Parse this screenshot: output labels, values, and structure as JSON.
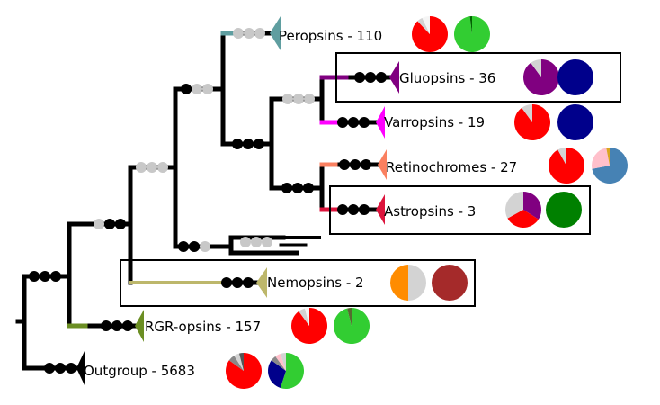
{
  "colors": {
    "black": "#000000",
    "grey": "#c8c8c8",
    "teal": "#5f9ea0",
    "purple": "#800080",
    "magenta": "#ff00ff",
    "salmon": "#fa8060",
    "crimson": "#dc143c",
    "khaki": "#bdb76b",
    "olive": "#6b8e23",
    "red": "#ff0000",
    "green": "#32cd32",
    "navy": "#00008b",
    "darkgreen": "#008000",
    "orange": "#ff8c00",
    "brown": "#a52a2a",
    "steelblue": "#4682b4",
    "pink": "#ffc0cb",
    "lightgrey": "#d3d3d3"
  },
  "clades": [
    {
      "key": "peropsins",
      "label": "Peropsins - 110",
      "color": "teal"
    },
    {
      "key": "gluopsins",
      "label": "Gluopsins - 36",
      "color": "purple",
      "boxed": true
    },
    {
      "key": "varropsins",
      "label": "Varropsins - 19",
      "color": "magenta"
    },
    {
      "key": "retinochromes",
      "label": "Retinochromes - 27",
      "color": "salmon"
    },
    {
      "key": "astropsins",
      "label": "Astropsins - 3",
      "color": "crimson",
      "boxed": true
    },
    {
      "key": "nemopsins",
      "label": "Nemopsins - 2",
      "color": "khaki",
      "boxed": true
    },
    {
      "key": "rgr_opsins",
      "label": "RGR-opsins - 157",
      "color": "olive"
    },
    {
      "key": "outgroup",
      "label": "Outgroup - 5683",
      "color": "black"
    }
  ],
  "pies": {
    "peropsins": [
      [
        [
          "red",
          0.88
        ],
        [
          "lightgrey",
          0.05
        ],
        [
          "#f5f5f5",
          0.07
        ]
      ],
      [
        [
          "green",
          0.98
        ],
        [
          "#006400",
          0.02
        ]
      ]
    ],
    "gluopsins": [
      [
        [
          "purple",
          0.9
        ],
        [
          "lightgrey",
          0.1
        ]
      ],
      [
        [
          "navy",
          1.0
        ]
      ]
    ],
    "varropsins": [
      [
        [
          "red",
          0.9
        ],
        [
          "lightgrey",
          0.1
        ]
      ],
      [
        [
          "navy",
          1.0
        ]
      ]
    ],
    "retinochromes": [
      [
        [
          "red",
          0.92
        ],
        [
          "lightgrey",
          0.08
        ]
      ],
      [
        [
          "steelblue",
          0.72
        ],
        [
          "pink",
          0.25
        ],
        [
          "#daa520",
          0.03
        ]
      ]
    ],
    "astropsins": [
      [
        [
          "purple",
          0.34
        ],
        [
          "red",
          0.33
        ],
        [
          "lightgrey",
          0.33
        ]
      ],
      [
        [
          "darkgreen",
          1.0
        ]
      ]
    ],
    "nemopsins": [
      [
        [
          "lightgrey",
          0.5
        ],
        [
          "orange",
          0.5
        ]
      ],
      [
        [
          "brown",
          1.0
        ]
      ]
    ],
    "rgr_opsins": [
      [
        [
          "red",
          0.9
        ],
        [
          "lightgrey",
          0.06
        ],
        [
          "#f5f5f5",
          0.04
        ]
      ],
      [
        [
          "green",
          0.96
        ],
        [
          "#556b2f",
          0.04
        ]
      ]
    ],
    "outgroup": [
      [
        [
          "red",
          0.85
        ],
        [
          "#888888",
          0.06
        ],
        [
          "lightgrey",
          0.05
        ],
        [
          "#555555",
          0.04
        ]
      ],
      [
        [
          "green",
          0.55
        ],
        [
          "navy",
          0.3
        ],
        [
          "#888888",
          0.05
        ],
        [
          "pink",
          0.05
        ],
        [
          "lightgrey",
          0.05
        ]
      ]
    ]
  }
}
